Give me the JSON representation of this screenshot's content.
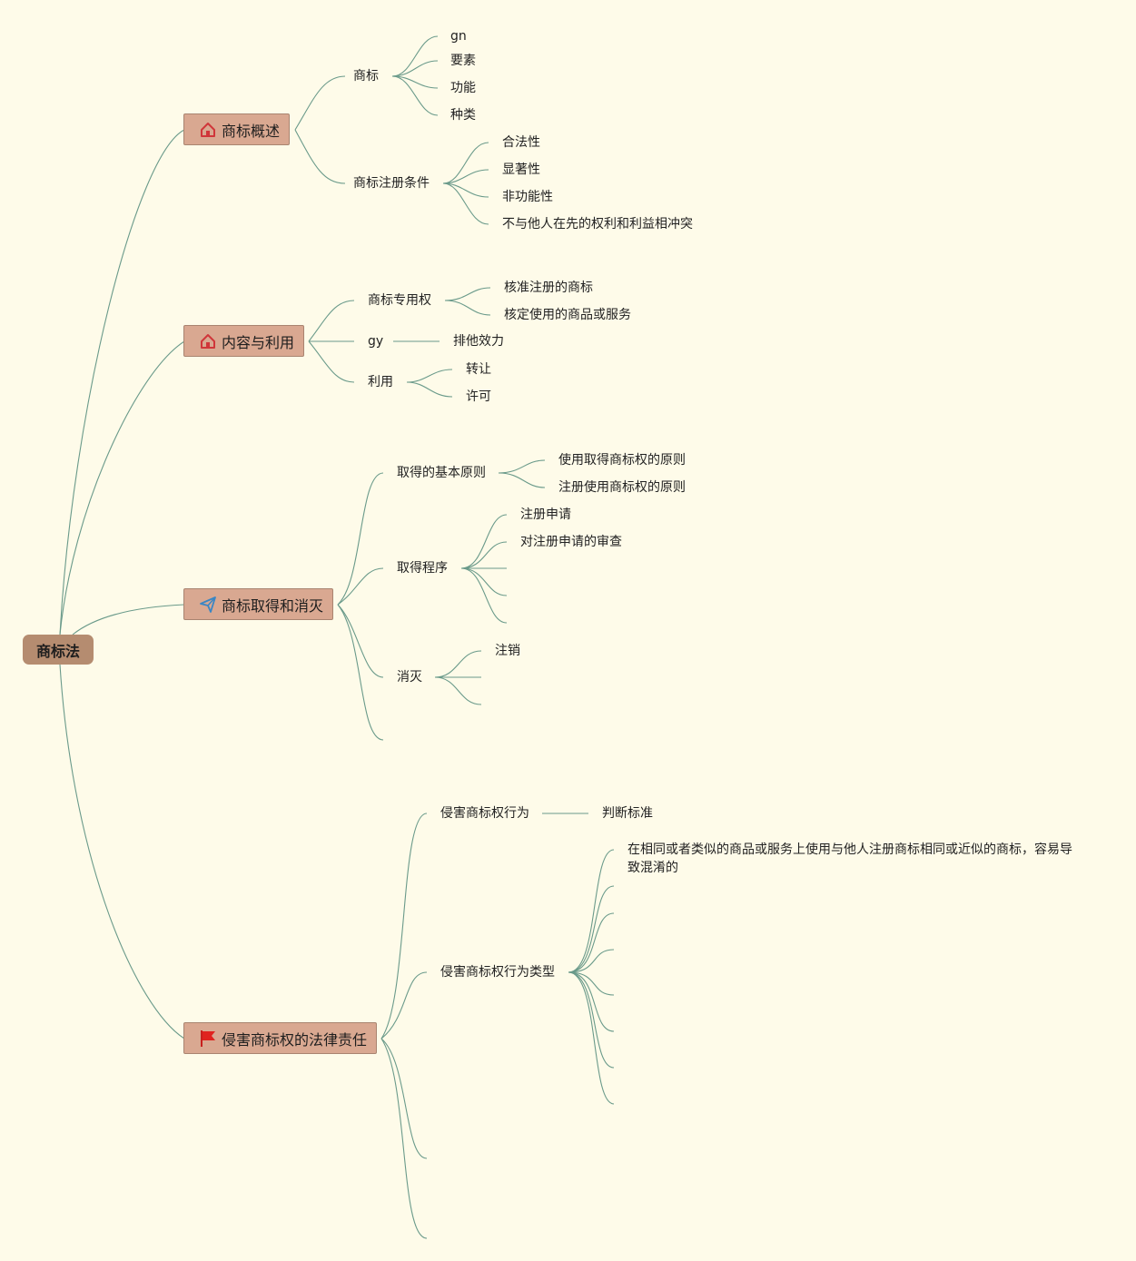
{
  "root": "商标法",
  "icons": [
    "home-icon",
    "home-icon",
    "send-icon",
    "red-flag-icon"
  ],
  "colors": {
    "background": "#fefbe9",
    "root": "#b58c70",
    "topic": "#d9a891",
    "line": "#6a9a8a"
  },
  "b1": {
    "label": "商标概述",
    "c1": {
      "label": "商标",
      "items": [
        "gn",
        "要素",
        "功能",
        "种类"
      ]
    },
    "c2": {
      "label": "商标注册条件",
      "items": [
        "合法性",
        "显著性",
        "非功能性",
        "不与他人在先的权利和利益相冲突"
      ]
    }
  },
  "b2": {
    "label": "内容与利用",
    "c1": {
      "label": "商标专用权",
      "items": [
        "核准注册的商标",
        "核定使用的商品或服务"
      ]
    },
    "c2": {
      "label": "gy",
      "item": "排他效力"
    },
    "c3": {
      "label": "利用",
      "items": [
        "转让",
        "许可"
      ]
    }
  },
  "b3": {
    "label": "商标取得和消灭",
    "c1": {
      "label": "取得的基本原则",
      "items": [
        "使用取得商标权的原则",
        "注册使用商标权的原则"
      ]
    },
    "c2": {
      "label": "取得程序",
      "items": [
        "注册申请",
        "对注册申请的审查"
      ]
    },
    "c3": {
      "label": "消灭",
      "items": [
        "注销"
      ]
    }
  },
  "b4": {
    "label": "侵害商标权的法律责任",
    "c1": {
      "label": "侵害商标权行为",
      "item": "判断标准"
    },
    "c2": {
      "label": "侵害商标权行为类型",
      "items": [
        "在相同或者类似的商品或服务上使用与他人注册商标相同或近似的商标，容易导致混淆的"
      ]
    }
  }
}
